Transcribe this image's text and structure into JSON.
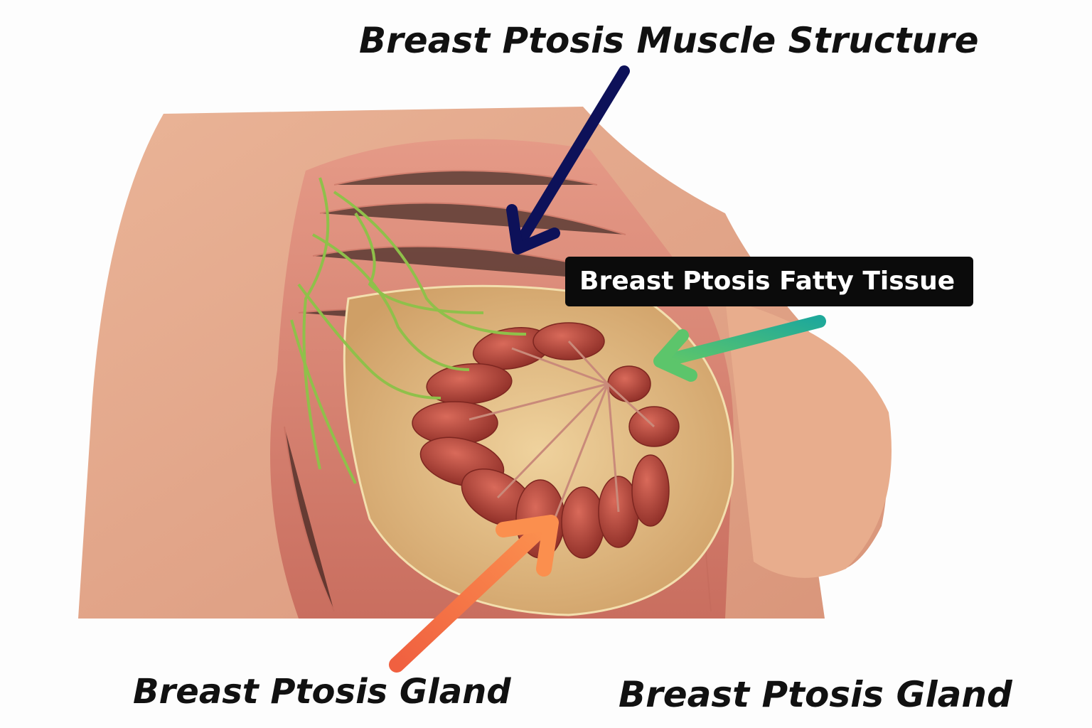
{
  "labels": {
    "muscle": "Breast Ptosis Muscle Structure",
    "fatty_tissue": "Breast Ptosis Fatty Tissue",
    "gland_left": "Breast Ptosis Gland",
    "gland_right": "Breast Ptosis Gland"
  },
  "colors": {
    "muscle_arrow": "#0d1159",
    "fat_arrow_start": "#1fa99a",
    "fat_arrow_end": "#5cc56b",
    "gland_arrow_start": "#f06040",
    "gland_arrow_end": "#fb8f4e",
    "skin": "#e6a886",
    "muscle": "#d9806f",
    "fat": "#e3bf86",
    "gland": "#b4453a",
    "lymph": "#8fc04a"
  }
}
